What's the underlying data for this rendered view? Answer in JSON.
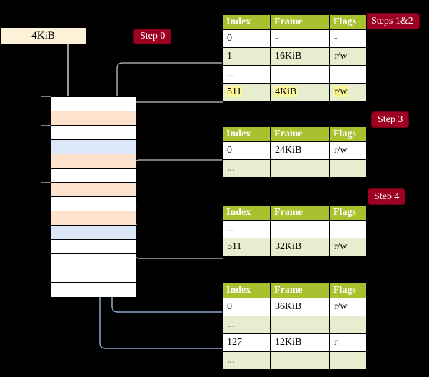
{
  "source_block": {
    "label": "4KiB"
  },
  "badges": [
    {
      "name": "step-0",
      "label": "Step 0"
    },
    {
      "name": "steps-1and2",
      "label": "Steps 1&2"
    },
    {
      "name": "step-3",
      "label": "Step 3"
    },
    {
      "name": "step-4",
      "label": "Step 4"
    }
  ],
  "colors": {
    "badge_bg": "#9d0020",
    "header_bg": "#a7c22e",
    "row_alt_bg": "#e7eed0",
    "highlight": "#fcf79a",
    "mem_orange": "#fde3cd",
    "mem_blue": "#dce8f7",
    "source_bg": "#fdf1d7",
    "wire_gray": "#b3b3b3",
    "wire_blue": "#8fa8cd"
  },
  "memory_column": {
    "name": "physical-memory-column",
    "rows": [
      {
        "fill": "white"
      },
      {
        "fill": "orange"
      },
      {
        "fill": "white"
      },
      {
        "fill": "blue"
      },
      {
        "fill": "orange"
      },
      {
        "fill": "white"
      },
      {
        "fill": "orange"
      },
      {
        "fill": "white"
      },
      {
        "fill": "orange"
      },
      {
        "fill": "blue"
      },
      {
        "fill": "white"
      },
      {
        "fill": "white"
      },
      {
        "fill": "white"
      },
      {
        "fill": "white"
      }
    ]
  },
  "tables": [
    {
      "name": "page-table-level-4",
      "columns": [
        "Index",
        "Frame",
        "Flags"
      ],
      "rows": [
        {
          "cells": [
            "0",
            "-",
            "-"
          ],
          "alt": false,
          "highlight": false
        },
        {
          "cells": [
            "1",
            "16KiB",
            "r/w"
          ],
          "alt": true,
          "highlight": false
        },
        {
          "cells": [
            "...",
            "",
            ""
          ],
          "alt": false,
          "highlight": false
        },
        {
          "cells": [
            "511",
            "4KiB",
            "r/w"
          ],
          "alt": true,
          "highlight": true
        }
      ]
    },
    {
      "name": "page-table-level-3",
      "columns": [
        "Index",
        "Frame",
        "Flags"
      ],
      "rows": [
        {
          "cells": [
            "0",
            "24KiB",
            "r/w"
          ],
          "alt": false,
          "highlight": false
        },
        {
          "cells": [
            "...",
            "",
            ""
          ],
          "alt": true,
          "highlight": false
        }
      ]
    },
    {
      "name": "page-table-level-2",
      "columns": [
        "Index",
        "Frame",
        "Flags"
      ],
      "rows": [
        {
          "cells": [
            "...",
            "",
            ""
          ],
          "alt": false,
          "highlight": false
        },
        {
          "cells": [
            "511",
            "32KiB",
            "r/w"
          ],
          "alt": true,
          "highlight": false
        }
      ]
    },
    {
      "name": "page-table-level-1",
      "columns": [
        "Index",
        "Frame",
        "Flags"
      ],
      "rows": [
        {
          "cells": [
            "0",
            "36KiB",
            "r/w"
          ],
          "alt": false,
          "highlight": false
        },
        {
          "cells": [
            "...",
            "",
            ""
          ],
          "alt": true,
          "highlight": false
        },
        {
          "cells": [
            "127",
            "12KiB",
            "r"
          ],
          "alt": false,
          "highlight": false
        },
        {
          "cells": [
            "...",
            "",
            ""
          ],
          "alt": true,
          "highlight": false
        }
      ]
    }
  ]
}
